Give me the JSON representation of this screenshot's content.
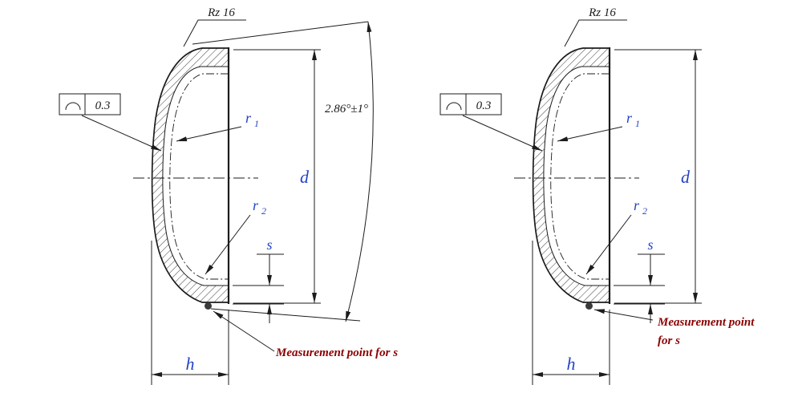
{
  "drawing": {
    "colors": {
      "line": "#1c1c1c",
      "dimension_label_blue": "#2442c8",
      "note_red": "#8b0000"
    },
    "left_view": {
      "roughness_label": "Rz 16",
      "tolerance_value": "0.3",
      "angle_label": "2.86°±1°",
      "r1_base": "r",
      "r1_sub": "1",
      "r2_base": "r",
      "r2_sub": "2",
      "d_label": "d",
      "s_label": "s",
      "h_label": "h",
      "note": "Measurement point for s"
    },
    "right_view": {
      "roughness_label": "Rz 16",
      "tolerance_value": "0.3",
      "r1_base": "r",
      "r1_sub": "1",
      "r2_base": "r",
      "r2_sub": "2",
      "d_label": "d",
      "s_label": "s",
      "h_label": "h",
      "note_line1": "Measurement point",
      "note_line2": "for s"
    }
  }
}
